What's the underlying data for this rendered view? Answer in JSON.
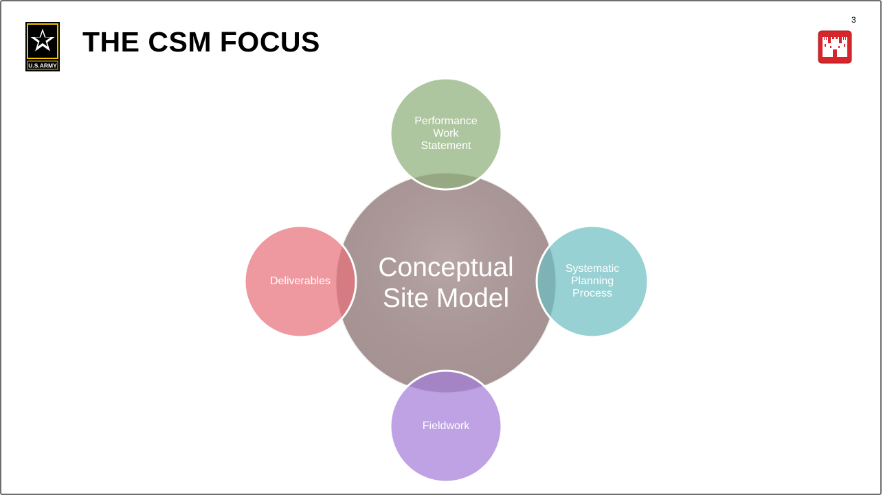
{
  "header": {
    "title": "THE CSM FOCUS",
    "page_number": "3",
    "army_logo_text": "U.S.ARMY"
  },
  "diagram": {
    "center": {
      "label": "Conceptual\nSite Model",
      "color": "#a48c8c"
    },
    "satellites": [
      {
        "id": "top",
        "label": "Performance\nWork\nStatement",
        "color": "#8fb07a"
      },
      {
        "id": "right",
        "label": "Systematic\nPlanning\nProcess",
        "color": "#6fbfc4"
      },
      {
        "id": "bottom",
        "label": "Fieldwork",
        "color": "#a57ed8"
      },
      {
        "id": "left",
        "label": "Deliverables",
        "color": "#e8717c"
      }
    ]
  },
  "colors": {
    "usace_red": "#d7262b",
    "army_gold": "#f2c400",
    "army_black": "#000000"
  }
}
